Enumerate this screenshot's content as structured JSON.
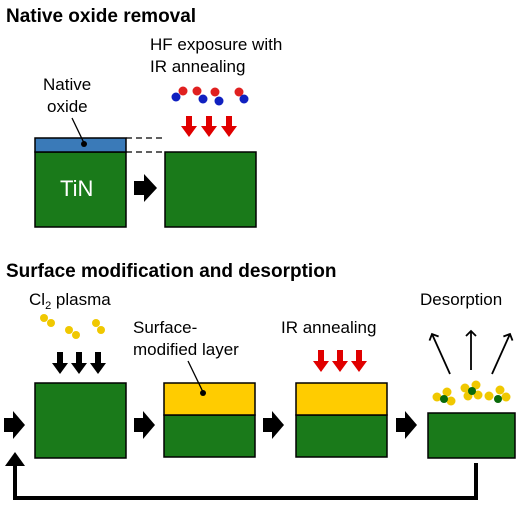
{
  "colors": {
    "substrate": "#1a7a1a",
    "oxide": "#3a7ab8",
    "modified_layer": "#ffcc00",
    "arrow_red": "#e00000",
    "arrow_black": "#000000",
    "atom_red": "#e02020",
    "atom_blue": "#1020c0",
    "atom_yellow": "#f0c800",
    "atom_green": "#0a6a0a"
  },
  "section1": {
    "title": "Native oxide removal",
    "native_oxide_label_line1": "Native",
    "native_oxide_label_line2": "oxide",
    "tin_label": "TiN",
    "hf_label_line1": "HF exposure with",
    "hf_label_line2": "IR annealing"
  },
  "section2": {
    "title": "Surface modification and desorption",
    "cl2_label_main": "Cl",
    "cl2_label_sub": "2",
    "cl2_label_rest": " plasma",
    "modified_label_line1": "Surface-",
    "modified_label_line2": "modified layer",
    "ir_label": "IR annealing",
    "desorption_label": "Desorption"
  }
}
